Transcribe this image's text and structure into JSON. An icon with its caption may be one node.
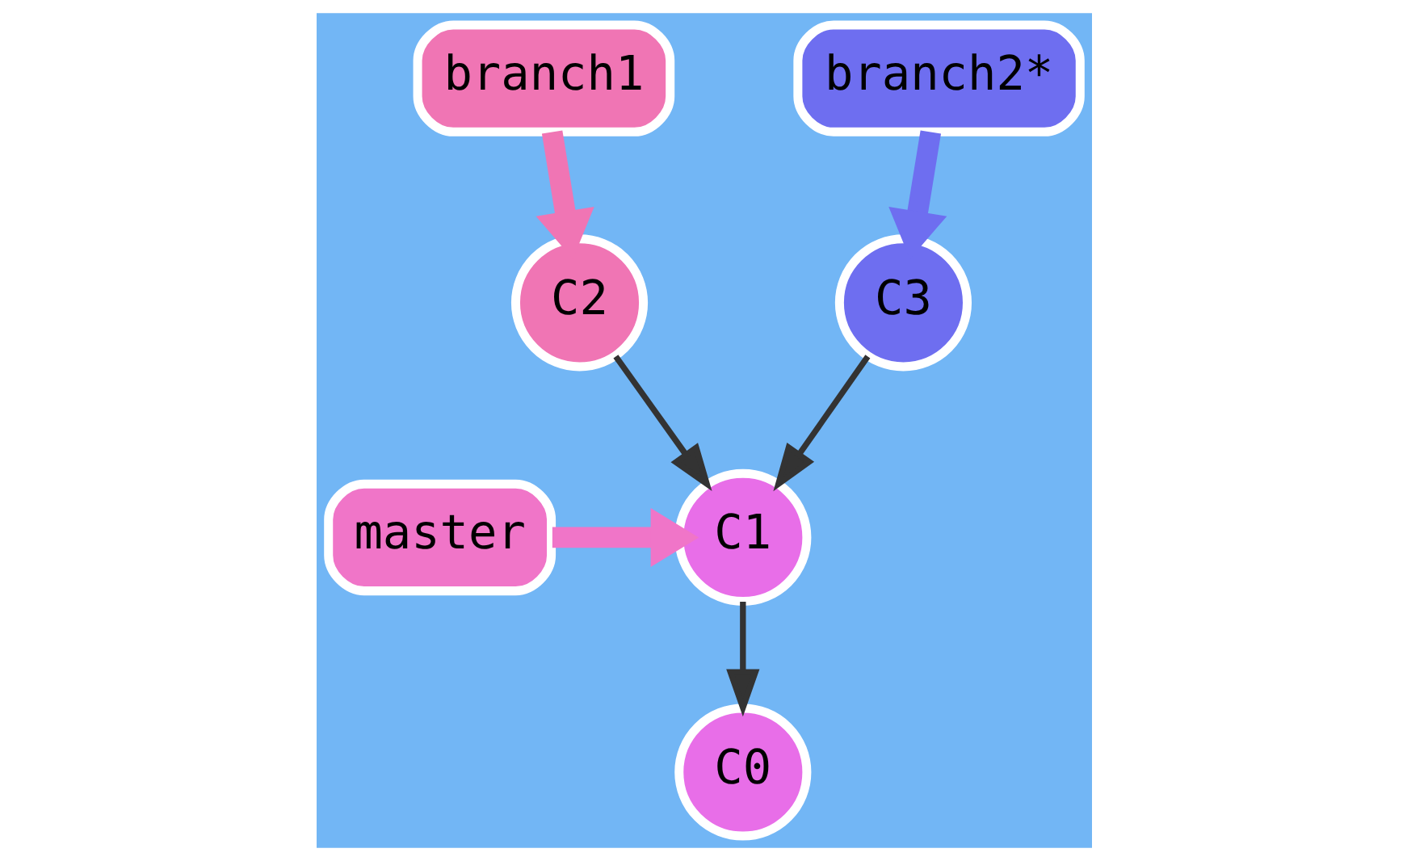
{
  "diagram": {
    "nodes": [
      {
        "text": [
          "C0"
        ]
      },
      {
        "text": [
          "C1"
        ]
      },
      {
        "text": [
          "C2"
        ]
      },
      {
        "text": [
          "C3"
        ]
      },
      {
        "text": [
          "master"
        ]
      },
      {
        "text": [
          "branch1"
        ]
      },
      {
        "text": [
          "branch2*"
        ]
      }
    ],
    "edges": [
      {
        "from": 1,
        "to": 0,
        "arrow": "to"
      },
      {
        "from": 2,
        "to": 1,
        "arrow": "to"
      },
      {
        "from": 3,
        "to": 1,
        "arrow": "to"
      },
      {
        "from": 4,
        "to": 1,
        "arrow": "to",
        "style": "thick",
        "color": "#f075c8"
      },
      {
        "from": 5,
        "to": 2,
        "arrow": "to",
        "style": "thick",
        "color": "#f075b4"
      },
      {
        "from": 6,
        "to": 3,
        "arrow": "to",
        "style": "thick",
        "color": "#6e6ef0"
      }
    ]
  }
}
